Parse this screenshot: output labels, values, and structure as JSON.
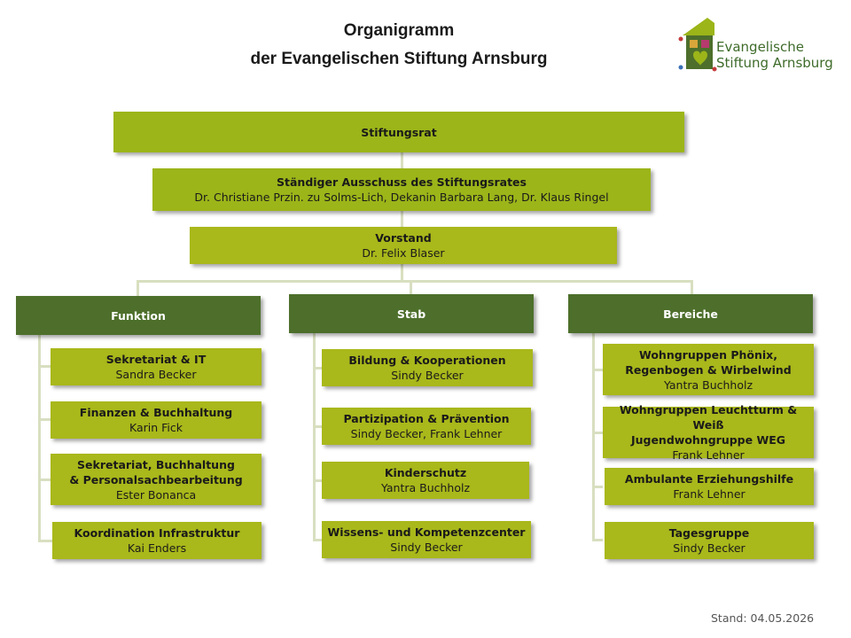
{
  "title": {
    "line1": "Organigramm",
    "line2": "der Evangelischen Stiftung Arnsburg"
  },
  "logo": {
    "line1": "Evangelische",
    "line2": "Stiftung Arnsburg"
  },
  "stiftungsrat": {
    "label": "Stiftungsrat"
  },
  "ausschuss": {
    "label": "Ständiger Ausschuss des Stiftungsrates",
    "members": "Dr. Christiane Przin. zu Solms-Lich, Dekanin Barbara Lang, Dr. Klaus Ringel"
  },
  "vorstand": {
    "label": "Vorstand",
    "person": "Dr. Felix Blaser"
  },
  "columns": {
    "funktion": {
      "header": "Funktion",
      "items": [
        {
          "title": "Sekretariat & IT",
          "person": "Sandra Becker"
        },
        {
          "title": "Finanzen & Buchhaltung",
          "person": "Karin Fick"
        },
        {
          "title_line1": "Sekretariat, Buchhaltung",
          "title_line2": "& Personalsachbearbeitung",
          "person": "Ester Bonanca"
        },
        {
          "title": "Koordination Infrastruktur",
          "person": "Kai Enders"
        }
      ]
    },
    "stab": {
      "header": "Stab",
      "items": [
        {
          "title": "Bildung & Kooperationen",
          "person": "Sindy Becker"
        },
        {
          "title": "Partizipation & Prävention",
          "person": "Sindy Becker, Frank Lehner"
        },
        {
          "title": "Kinderschutz",
          "person": "Yantra Buchholz"
        },
        {
          "title": "Wissens- und Kompetenzcenter",
          "person": "Sindy Becker"
        }
      ]
    },
    "bereiche": {
      "header": "Bereiche",
      "items": [
        {
          "title_line1": "Wohngruppen Phönix,",
          "title_line2": "Regenbogen & Wirbelwind",
          "person": "Yantra Buchholz"
        },
        {
          "title_line1": "Wohngruppen Leuchtturm & Weiß",
          "title_line2": "Jugendwohngruppe WEG",
          "person": "Frank Lehner"
        },
        {
          "title": "Ambulante Erziehungshilfe",
          "person": "Frank Lehner"
        },
        {
          "title": "Tagesgruppe",
          "person": "Sindy Becker"
        }
      ]
    }
  },
  "stand": "Stand: 04.05.2026",
  "colors": {
    "lime": "#a9b81a",
    "dark_green": "#4d6f2b",
    "connector": "#d8dfc0"
  }
}
